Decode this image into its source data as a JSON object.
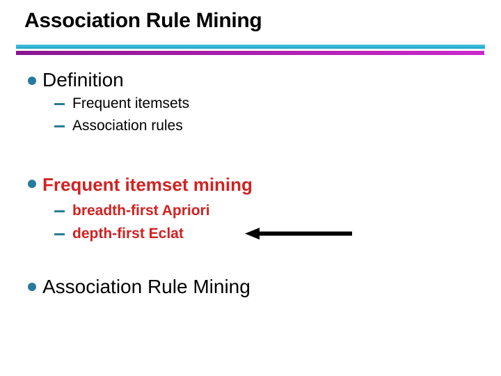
{
  "title": "Association Rule Mining",
  "bullets": [
    {
      "label": "Definition",
      "children": [
        "Frequent itemsets",
        "Association rules"
      ]
    },
    {
      "label": "Frequent itemset mining",
      "children": [
        "breadth-first Apriori",
        "depth-first Eclat"
      ]
    },
    {
      "label": "Association Rule Mining",
      "children": []
    }
  ],
  "colors": {
    "title_text": "#000000",
    "body_text": "#000000",
    "emphasis_red": "#d22121",
    "bullet_teal": "#257a9e",
    "dash_teal": "#2a7d92",
    "rule_cyan": "#29b4d6",
    "rule_magenta_left": "#8a1692",
    "rule_magenta_right": "#cb29cb",
    "arrow_black": "#000000"
  },
  "icons": {
    "bullet_dot": "circle-bullet-icon",
    "sub_bullet": "dash-bullet-icon",
    "annotation": "left-arrow-icon"
  }
}
